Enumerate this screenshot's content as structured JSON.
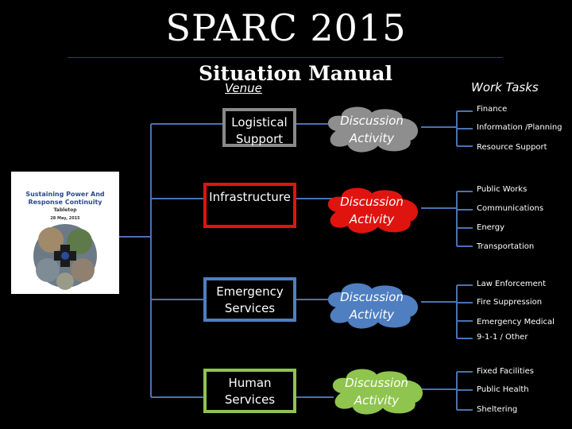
{
  "header": {
    "title": "SPARC 2015",
    "subtitle": "Situation Manual",
    "venue_label": "Venue",
    "work_tasks_label": "Work Tasks"
  },
  "cover": {
    "title": "Sustaining Power And Response Continuity",
    "subtitle": "Tabletop",
    "date": "28 May, 2015"
  },
  "venues": [
    {
      "label": "Logistical Support",
      "border_color": "#8a8a8a",
      "cloud_color": "#8e8e8e",
      "activity": "Discussion Activity",
      "tasks": [
        "Finance",
        "Information /Planning",
        "Resource Support"
      ]
    },
    {
      "label": "Infrastructure",
      "border_color": "#e0140f",
      "cloud_color": "#e0140f",
      "activity": "Discussion Activity",
      "tasks": [
        "Public Works",
        "Communications",
        "Energy",
        "Transportation"
      ]
    },
    {
      "label": "Emergency Services",
      "border_color": "#4f7fc0",
      "cloud_color": "#4f7fc0",
      "activity": "Discussion Activity",
      "tasks": [
        "Law Enforcement",
        "Fire Suppression",
        "Emergency Medical",
        "9-1-1 / Other"
      ]
    },
    {
      "label": "Human Services",
      "border_color": "#8fc44e",
      "cloud_color": "#8fc44e",
      "activity": "Discussion Activity",
      "tasks": [
        "Fixed Facilities",
        "Public Health",
        "Sheltering"
      ]
    }
  ],
  "colors": {
    "connector": "#4a72b0",
    "background": "#000000"
  }
}
